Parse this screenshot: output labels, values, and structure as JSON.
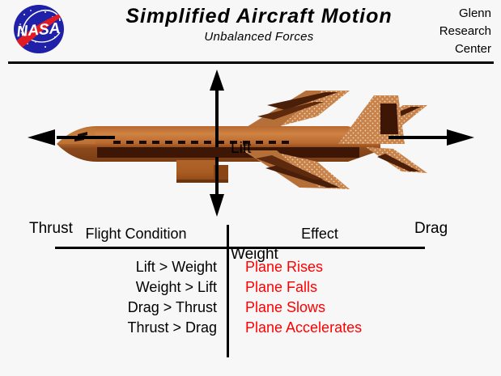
{
  "header": {
    "logo_alt": "NASA insignia",
    "title": "Simplified Aircraft Motion",
    "subtitle": "Unbalanced Forces",
    "center_line1": "Glenn",
    "center_line2": "Research",
    "center_line3": "Center"
  },
  "diagram": {
    "aircraft_alt": "Airliner viewed from above",
    "forces": [
      {
        "name": "lift",
        "label": "Lift",
        "direction": "up"
      },
      {
        "name": "weight",
        "label": "Weight",
        "direction": "down"
      },
      {
        "name": "thrust",
        "label": "Thrust",
        "direction": "left"
      },
      {
        "name": "drag",
        "label": "Drag",
        "direction": "right"
      }
    ]
  },
  "table": {
    "headers": [
      "Flight Condition",
      "Effect"
    ],
    "rows": [
      {
        "condition": "Lift > Weight",
        "effect": "Plane Rises"
      },
      {
        "condition": "Weight > Lift",
        "effect": "Plane Falls"
      },
      {
        "condition": "Drag > Thrust",
        "effect": "Plane Slows"
      },
      {
        "condition": "Thrust > Drag",
        "effect": "Plane Accelerates"
      }
    ]
  },
  "colors": {
    "background": "#f7f7f7",
    "rule": "#000000",
    "effect_text": "#ff0000",
    "condition_text": "#000000",
    "fuselage_light": "#c8793a",
    "fuselage_dark": "#3d1606",
    "wing": "#cd8b52",
    "nasa_blue": "#1f21a8",
    "nasa_red": "#e01b24"
  }
}
